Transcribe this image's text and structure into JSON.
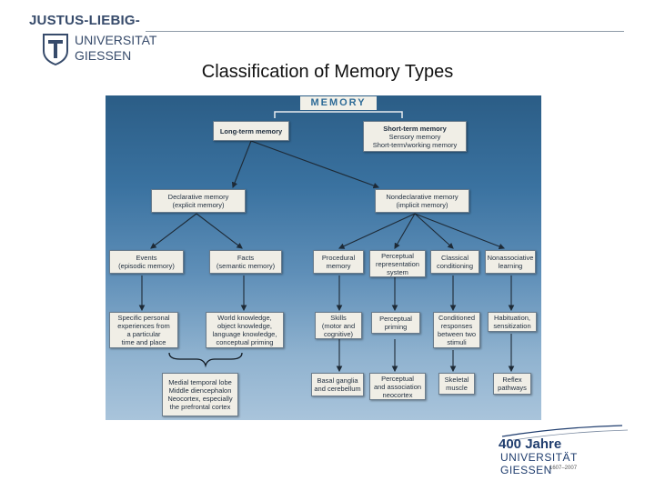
{
  "header": {
    "university_top": "JUSTUS-LIEBIG-",
    "university_line1": "UNIVERSITAT",
    "university_line2": "GIESSEN",
    "title": "Classification of Memory Types"
  },
  "diagram": {
    "root": "MEMORY",
    "long_term": "Long-term memory",
    "short_term": {
      "title": "Short-term memory",
      "line1": "Sensory memory",
      "line2": "Short-term/working memory"
    },
    "declarative": {
      "line1": "Declarative memory",
      "line2": "(explicit memory)"
    },
    "nondeclarative": {
      "line1": "Nondeclarative memory",
      "line2": "(implicit memory)"
    },
    "events": {
      "line1": "Events",
      "line2": "(episodic memory)"
    },
    "facts": {
      "line1": "Facts",
      "line2": "(semantic memory)"
    },
    "procedural": {
      "line1": "Procedural",
      "line2": "memory"
    },
    "perceptual": {
      "line1": "Perceptual",
      "line2": "representation",
      "line3": "system"
    },
    "classical": {
      "line1": "Classical",
      "line2": "conditioning"
    },
    "nonassociative": {
      "line1": "Nonassociative",
      "line2": "learning"
    },
    "specific": {
      "line1": "Specific personal",
      "line2": "experiences from",
      "line3": "a particular",
      "line4": "time and place"
    },
    "world": {
      "line1": "World knowledge,",
      "line2": "object knowledge,",
      "line3": "language knowledge,",
      "line4": "conceptual priming"
    },
    "skills": {
      "line1": "Skills",
      "line2": "(motor and",
      "line3": "cognitive)"
    },
    "perceptual_priming": {
      "line1": "Perceptual",
      "line2": "priming"
    },
    "conditioned": {
      "line1": "Conditioned",
      "line2": "responses",
      "line3": "between two",
      "line4": "stimuli"
    },
    "habituation": {
      "line1": "Habituation,",
      "line2": "sensitization"
    },
    "medial": {
      "line1": "Medial temporal lobe",
      "line2": "Middle diencephalon",
      "line3": "Neocortex, especially",
      "line4": "the prefrontal cortex"
    },
    "basal": {
      "line1": "Basal ganglia",
      "line2": "and cerebellum"
    },
    "perceptual_assoc": {
      "line1": "Perceptual",
      "line2": "and association",
      "line3": "neocortex"
    },
    "skeletal": {
      "line1": "Skeletal",
      "line2": "muscle"
    },
    "reflex": {
      "line1": "Reflex",
      "line2": "pathways"
    }
  },
  "footer": {
    "anniversary": "400 Jahre",
    "university": "UNIVERSITÄT GIESSEN",
    "years": "1607–2007"
  },
  "colors": {
    "brand_blue": "#374b6b",
    "diagram_bg_top": "#2b5d86",
    "diagram_bg_bottom": "#a9c4db",
    "box_fill": "#f0eee6"
  }
}
